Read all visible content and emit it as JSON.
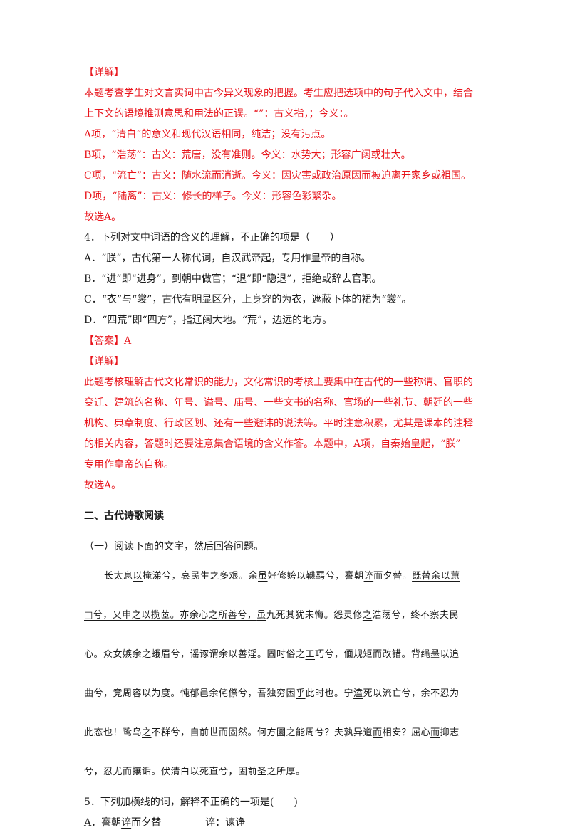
{
  "detail_header_1": "【详解】",
  "explain_1": [
    "本题考查学生对文言实词中古今异义现象的把握。考生应把选项中的句子代入文中，结合",
    "上下文的语境推测意思和用法的正误。“”：古义指，；今义：。",
    "A项，“清白”的意义和现代汉语相同，纯洁；没有污点。",
    "B项，“浩荡”：古义：荒唐，没有准则。今义：水势大；形容广阔或壮大。",
    "C项，“流亡”：古义：随水流而消逝。今义：因灾害或政治原因而被迫离开家乡或祖国。",
    "D项，“陆离”：古义：修长的样子。今义：形容色彩繁杂。"
  ],
  "choose_1": "故选A。",
  "q4": {
    "stem": "4．下列对文中词语的含义的理解，不正确的项是（　　）",
    "options": [
      "A．“朕”，古代第一人称代词，自汉武帝起，专用作皇帝的自称。",
      "B．“进”即“进身”，到朝中做官；“退”即“隐退”，拒绝或辞去官职。",
      "C．“衣”与“裳”，古代有明显区分，上身穿的为衣，遮蔽下体的裙为“裳”。",
      "D．“四荒”即“四方”，指辽阔大地。“荒”，边远的地方。"
    ]
  },
  "answer_tag": "【答案】",
  "answer_value": "A",
  "detail_header_2": "【详解】",
  "explain_2": [
    "此题考核理解古代文化常识的能力，文化常识的考核主要集中在古代的一些称谓、官职的",
    "变迁、建筑的名称、年号、谥号、庙号、一些文书的名称、官场的一些礼节、朝廷的一些",
    "机构、典章制度、行政区划、还有一些避讳的说法等。平时注意积累，尤其是课本的注释",
    "的相关内容，答题时还要注意集合语境的含义作答。本题中，A项，自秦始皇起，“朕”",
    "专用作皇帝的自称。"
  ],
  "choose_2": "故选A。",
  "section_title": "二、古代诗歌阅读",
  "sub_title": "（一）阅读下面的文字，然后回答问题。",
  "poem": {
    "l1": [
      "长太息",
      "以",
      "掩涕兮，哀民生之多艰。余",
      "虽",
      "好修姱以鞿羁兮，謇朝",
      "谇",
      "而夕替。",
      "既替余以蕙"
    ],
    "l2": [
      "□兮，又申之以揽茝。",
      "亦余心之所善兮，",
      "虽",
      "九死其犹未悔。怨灵修",
      "之",
      "浩荡兮，终不察夫民"
    ],
    "l3": [
      "心。众女嫉余之蛾眉兮，谣诼谓余以善淫。固时俗之",
      "工",
      "巧兮，偭规矩而改错。背绳墨以追"
    ],
    "l4": [
      "曲兮，竞周容以为度。忳郁邑余侘傺兮，吾独穷困",
      "乎",
      "此时也。宁",
      "溘",
      "死以流亡兮，余不忍为"
    ],
    "l5": [
      "此态也！鸷鸟",
      "之",
      "不群兮，自前世而固然。何方圜之能周兮？夫孰异道",
      "而",
      "相安？屈心",
      "而",
      "抑志"
    ],
    "l6": [
      "兮，忍尤",
      "而",
      "攘诟。",
      "伏清白以死直兮，固前圣之所厚。"
    ]
  },
  "q5": {
    "stem": "5．下列加横线的词，解释不正确的一项是(　　)",
    "option_a_text": "A．謇朝",
    "option_a_word": "谇",
    "option_a_rest": "而夕替",
    "option_a_gloss": "谇：谏诤"
  }
}
